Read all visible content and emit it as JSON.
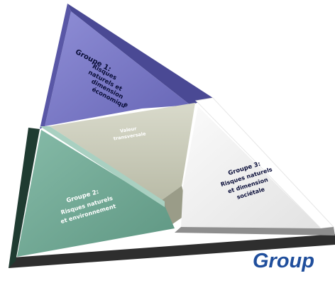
{
  "diagram": {
    "top_panel": {
      "title": "Groupe 1:",
      "lines": [
        "Risques",
        "naturels et",
        "dimension",
        "économiqu",
        "e"
      ]
    },
    "center_panel": {
      "lines": [
        "Valeur",
        "transversale"
      ]
    },
    "left_panel": {
      "title": "Groupe 2:",
      "lines": [
        "Risques naturels",
        "et environnement"
      ]
    },
    "right_panel": {
      "title": "Groupe 3:",
      "lines": [
        "Risques naturels",
        "et dimension",
        "sociétale"
      ]
    },
    "bottom_title": "Group"
  },
  "colors": {
    "top_panel": "#7a79c6",
    "center_panel": "#c9cbb8",
    "left_panel": "#6fa793",
    "right_panel": "#f2f2f2",
    "bevel_dark": "#333333",
    "bottom_title": "#1f4e9c"
  }
}
